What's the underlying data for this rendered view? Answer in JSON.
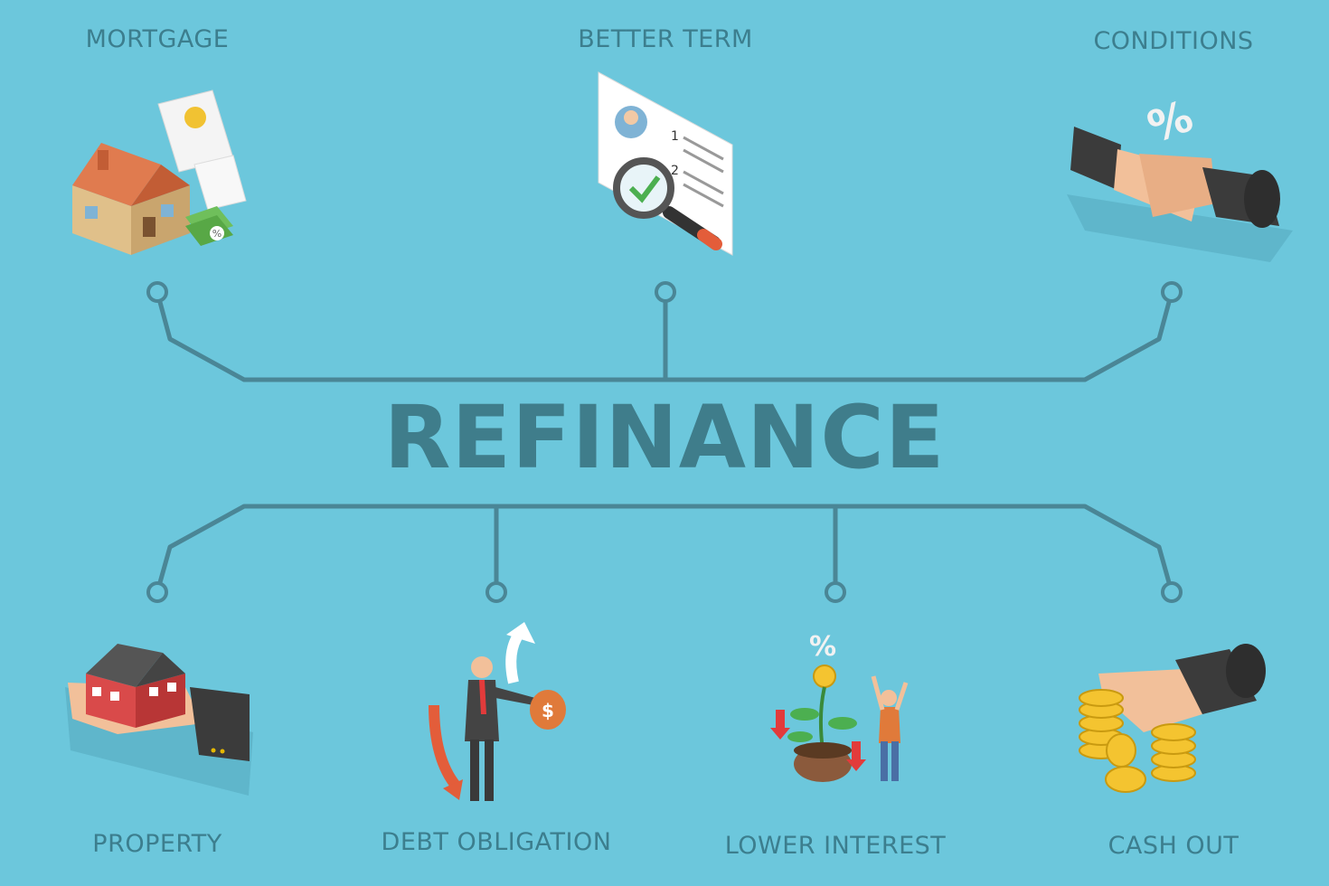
{
  "title": "REFINANCE",
  "top_items": [
    {
      "label": "MORTGAGE",
      "icon": "house-with-documents-icon"
    },
    {
      "label": "BETTER TERM",
      "icon": "document-magnifier-icon",
      "doc_numbers": [
        "1",
        "2"
      ]
    },
    {
      "label": "CONDITIONS",
      "icon": "handshake-percent-icon"
    }
  ],
  "bottom_items": [
    {
      "label": "PROPERTY",
      "icon": "hand-holding-house-icon"
    },
    {
      "label": "DEBT OBLIGATION",
      "icon": "businessman-money-bag-icon",
      "bag_symbol": "$"
    },
    {
      "label": "LOWER INTEREST",
      "icon": "money-tree-percent-icon"
    },
    {
      "label": "CASH OUT",
      "icon": "hand-gold-coins-icon"
    }
  ],
  "colors": {
    "background": "#6cc7dc",
    "text": "#3c7e8e",
    "lines": "#4a8696"
  }
}
